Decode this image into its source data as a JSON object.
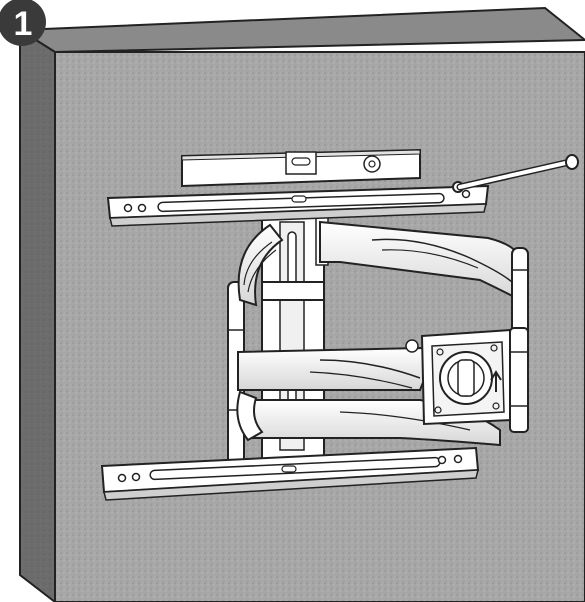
{
  "step": {
    "number": "1"
  },
  "colors": {
    "wall_front": "#a9a9a9",
    "wall_side": "#6f6f6f",
    "wall_top": "#8a8a8a",
    "outline": "#222222",
    "part_fill": "#ffffff",
    "badge": "#3a3a3a"
  },
  "parts": {
    "wall": "wall-block",
    "level": "spirit-level",
    "upper_rail": "upper-wall-rail",
    "lower_rail": "lower-wall-rail",
    "wall_plate": "wall-plate",
    "arms": "articulating-arms",
    "head": "tv-bracket-head",
    "tool": "screwdriver"
  }
}
